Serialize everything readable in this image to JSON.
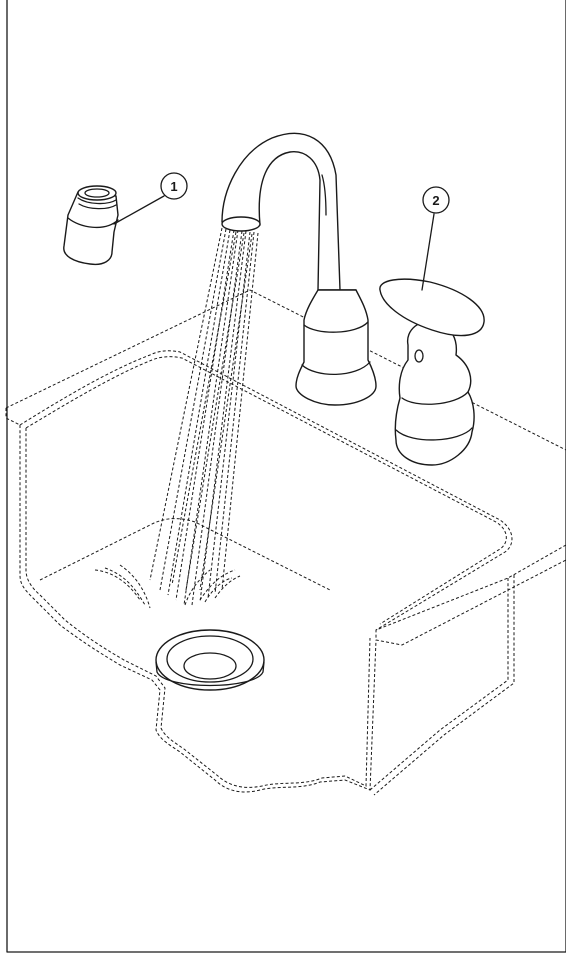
{
  "callouts": [
    {
      "label": "1",
      "part": "aerator"
    },
    {
      "label": "2",
      "part": "handle"
    }
  ],
  "colors": {
    "line": "#1a1a1a",
    "background": "#ffffff"
  }
}
